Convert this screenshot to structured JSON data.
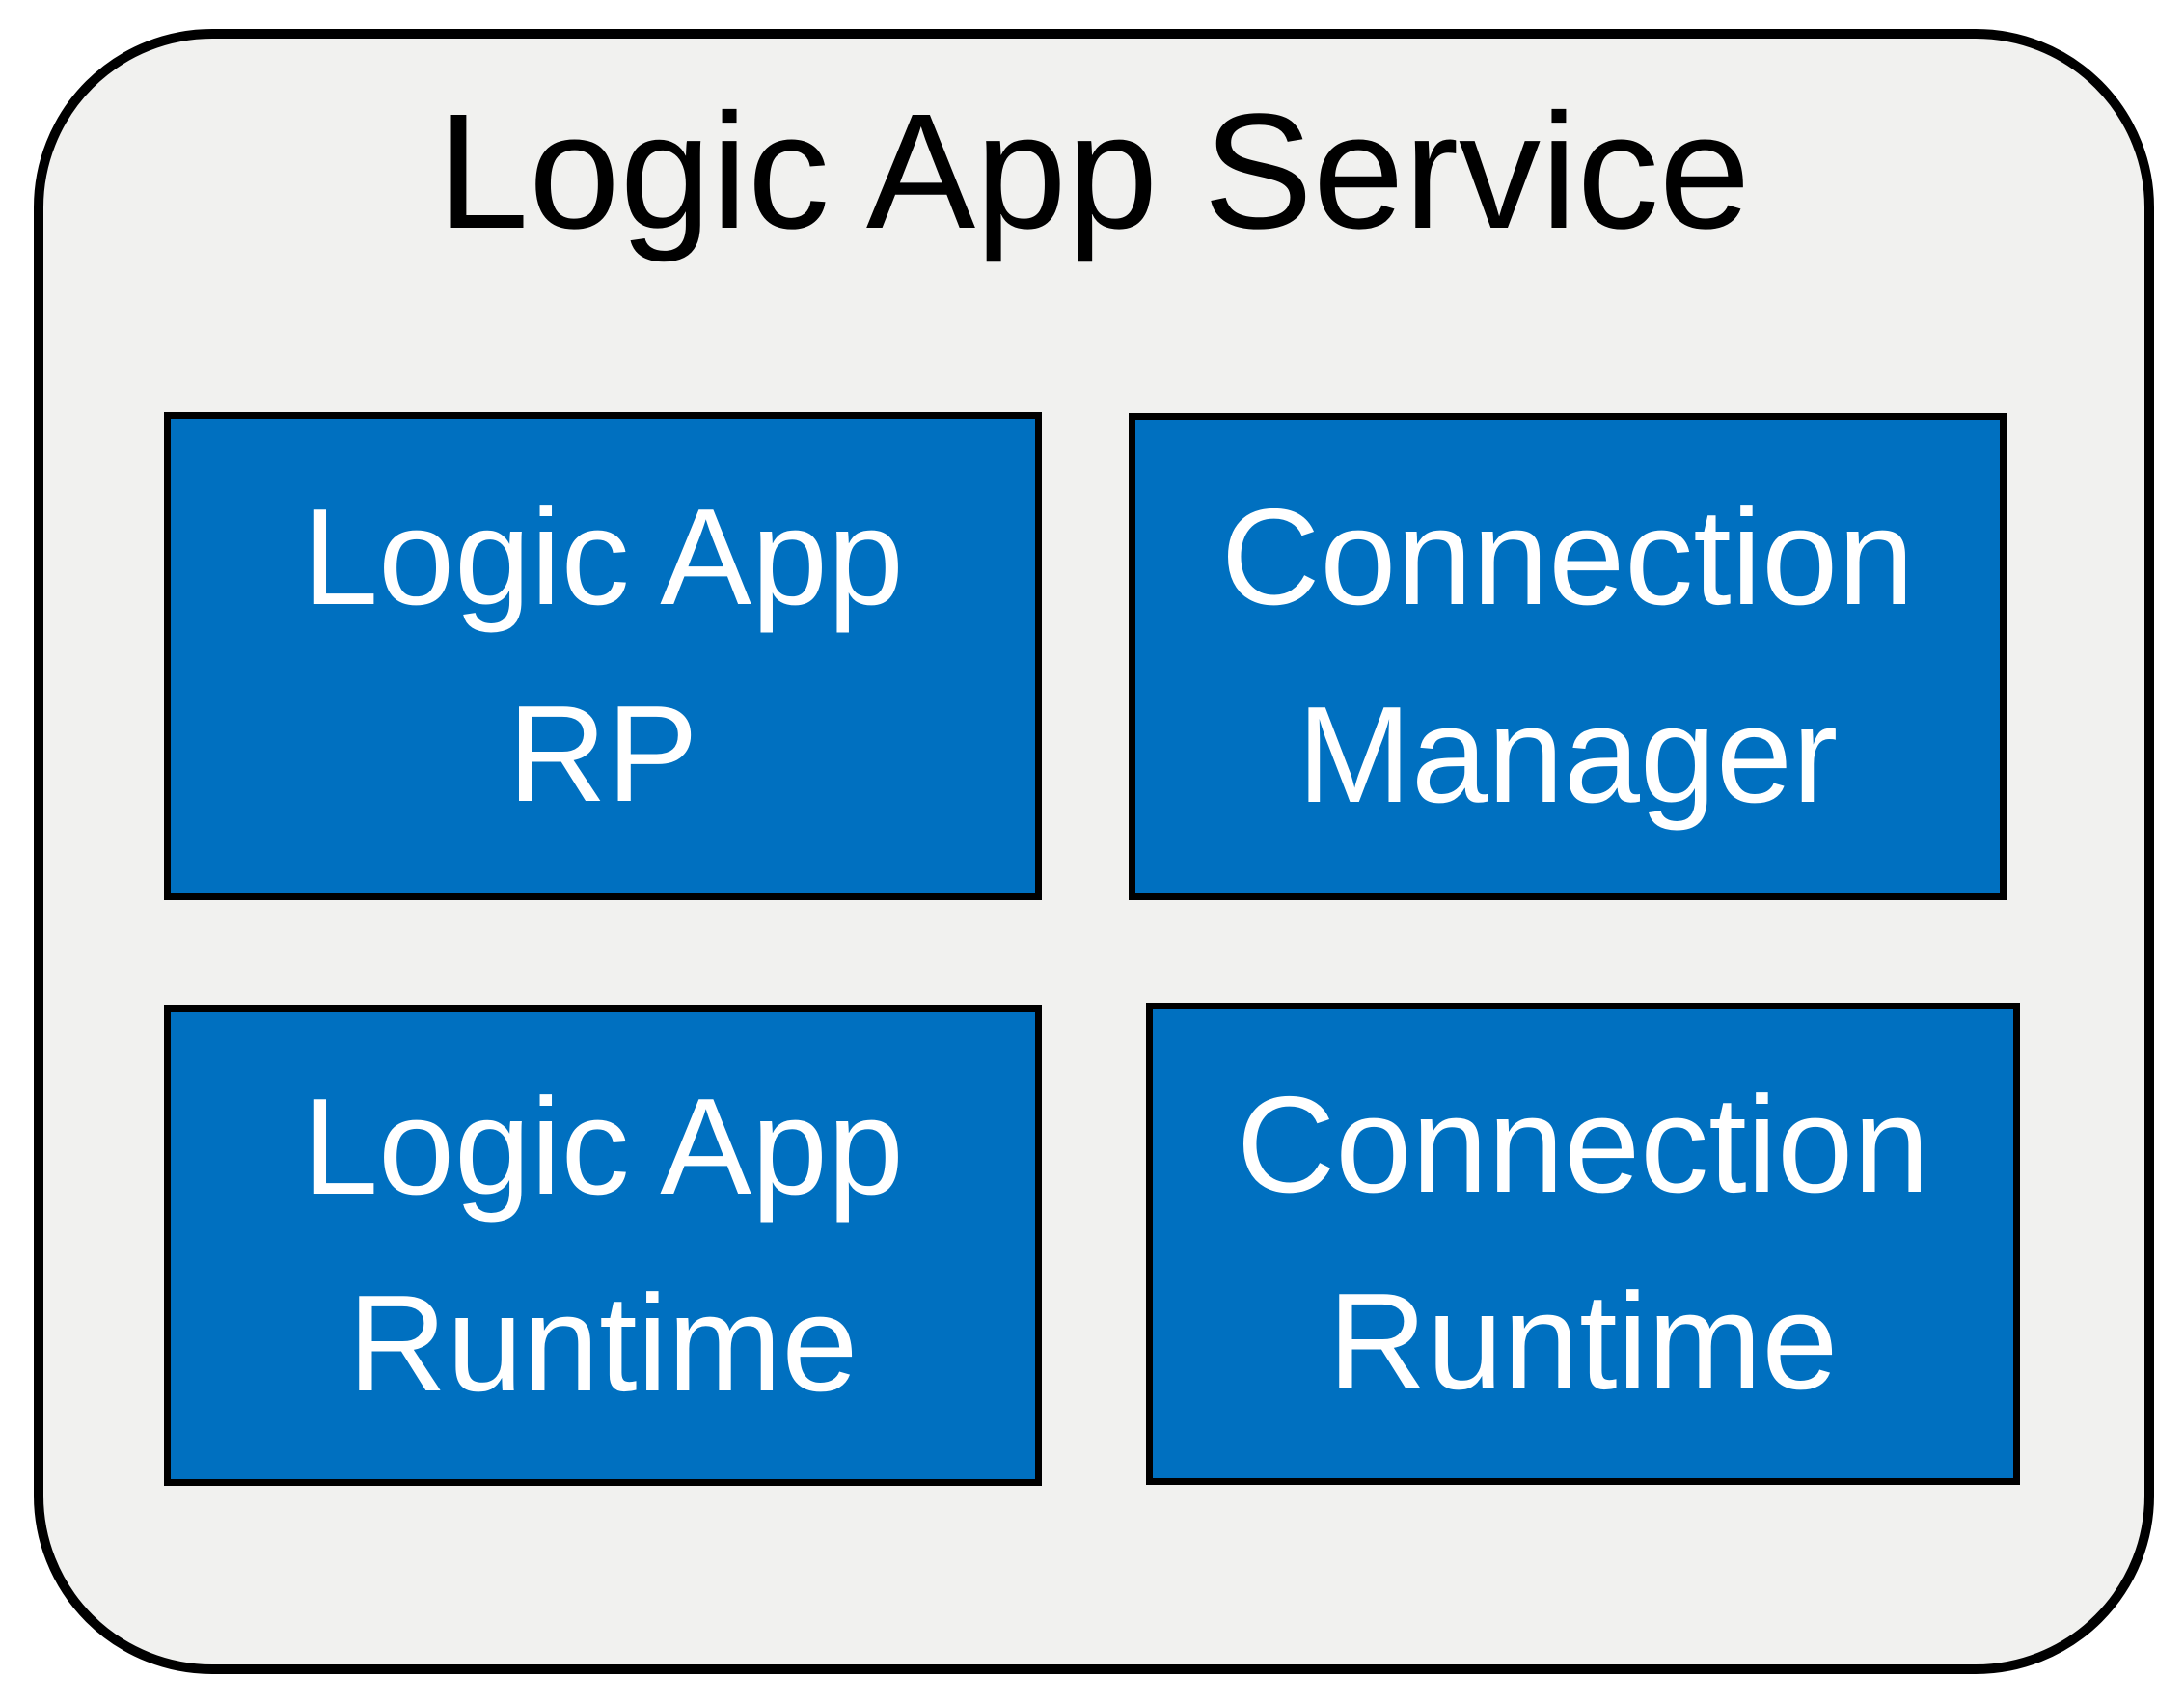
{
  "diagram": {
    "title": "Logic App Service",
    "colors": {
      "box_fill": "#0070C0",
      "box_text": "#FFFFFF",
      "container_fill": "#F1F1EF",
      "border": "#000000",
      "title_text": "#000000",
      "page_background": "#FFFFFF"
    },
    "boxes": [
      {
        "id": "logic-app-rp",
        "line1": "Logic App",
        "line2": "RP"
      },
      {
        "id": "connection-manager",
        "line1": "Connection",
        "line2": "Manager"
      },
      {
        "id": "logic-app-runtime",
        "line1": "Logic App",
        "line2": "Runtime"
      },
      {
        "id": "connection-runtime",
        "line1": "Connection",
        "line2": "Runtime"
      }
    ]
  }
}
